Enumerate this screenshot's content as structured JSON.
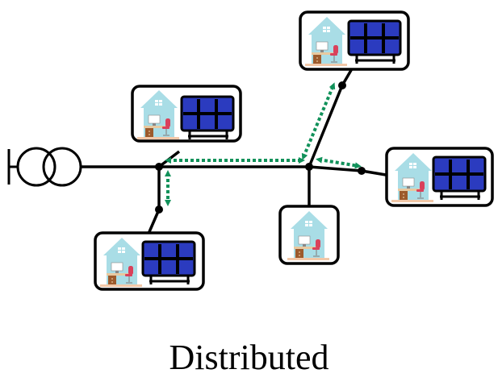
{
  "caption": "Distributed",
  "colors": {
    "line": "#000000",
    "flow": "#11915a",
    "house_body": "#a9dde6",
    "house_roof": "#a9dde6",
    "panel": "#2b3bbf",
    "chair": "#d9415b",
    "desk": "#9c5a2c"
  },
  "nodes": [
    {
      "id": "transformer",
      "icon": "transformer-icon"
    },
    {
      "id": "house-top-left",
      "icon": "house-solar-icon"
    },
    {
      "id": "house-bottom-left",
      "icon": "house-solar-icon"
    },
    {
      "id": "house-top-right",
      "icon": "house-solar-icon"
    },
    {
      "id": "house-right",
      "icon": "house-solar-icon"
    },
    {
      "id": "house-bottom-middle",
      "icon": "house-icon"
    }
  ],
  "flows": [
    {
      "id": "flow-left-vertical",
      "icon": "bidirectional-arrow-icon"
    },
    {
      "id": "flow-main-horizontal",
      "icon": "bidirectional-arrow-icon"
    },
    {
      "id": "flow-up-right",
      "icon": "bidirectional-arrow-icon"
    },
    {
      "id": "flow-right",
      "icon": "bidirectional-arrow-icon"
    }
  ]
}
